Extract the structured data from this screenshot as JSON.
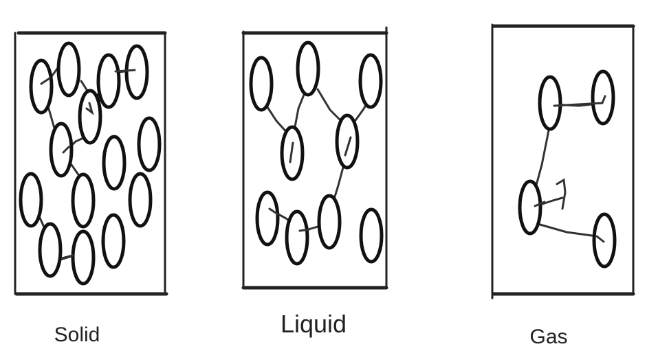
{
  "diagram": {
    "panels": [
      {
        "key": "solid",
        "label": "Solid"
      },
      {
        "key": "liquid",
        "label": "Liquid"
      },
      {
        "key": "gas",
        "label": "Gas"
      }
    ]
  }
}
